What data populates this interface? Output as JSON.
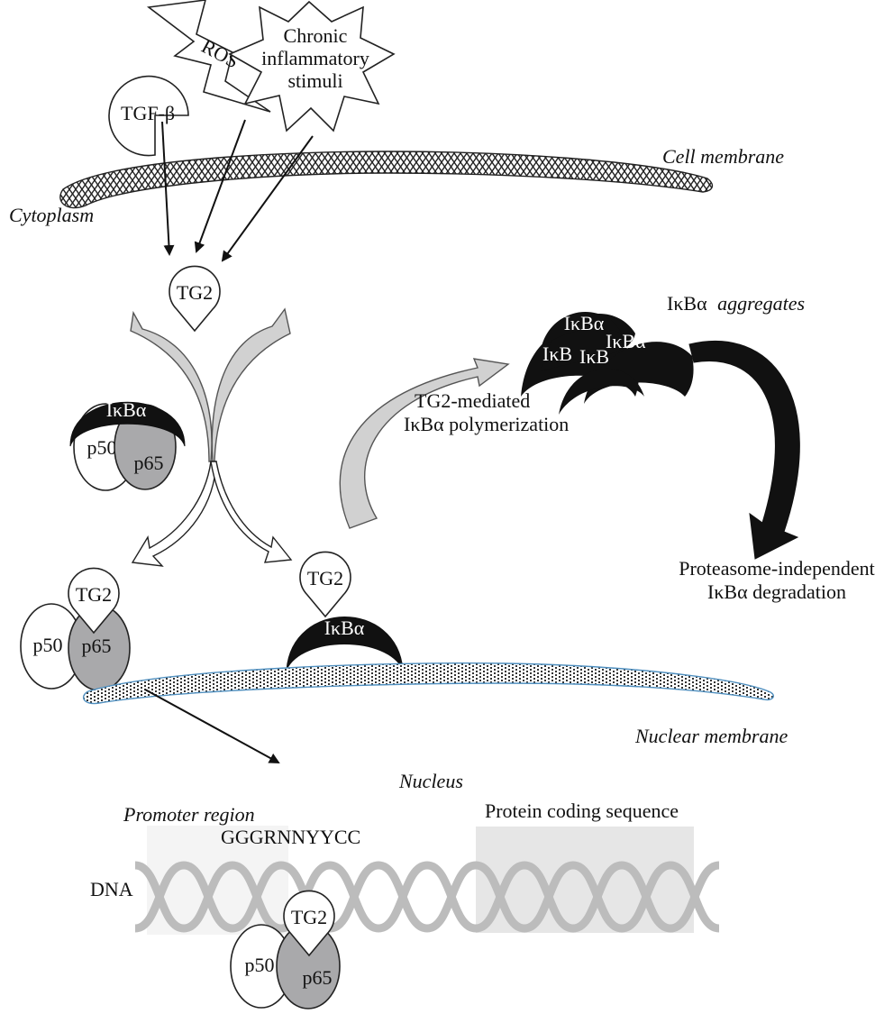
{
  "stimuli": {
    "ros": "ROS",
    "chronic_line1": "Chronic",
    "chronic_line2": "inflammatory",
    "chronic_line3": "stimuli",
    "tgf": "TGF-β"
  },
  "regions": {
    "cell_membrane": "Cell membrane",
    "cytoplasm": "Cytoplasm",
    "nuclear_membrane": "Nuclear membrane",
    "nucleus": "Nucleus"
  },
  "proteins": {
    "tg2": "TG2",
    "ikba": "IκBα",
    "p50": "p50",
    "p65": "p65"
  },
  "aggregates": {
    "title": "IκBα aggregates",
    "title_plain": "IκBα",
    "title_italic": "aggregates",
    "partial1": "IκB",
    "partial2": "IκB",
    "partial3": "IκBα"
  },
  "labels": {
    "polymerization_line1": "TG2-mediated",
    "polymerization_line2": "IκBα polymerization",
    "degradation_line1": "Proteasome-independent",
    "degradation_line2": "IκBα degradation"
  },
  "dna": {
    "dna_label": "DNA",
    "promoter_region": "Promoter region",
    "motif": "GGGRNNYYCC",
    "coding_sequence": "Protein coding sequence"
  },
  "colors": {
    "ikba": "#111111",
    "p65": "#a9a9ab",
    "grey_arrow": "#d1d1d1",
    "dna": "#bcbcbc",
    "box": "#e6e6e6",
    "nuclear_outline": "#4f8fbf"
  }
}
